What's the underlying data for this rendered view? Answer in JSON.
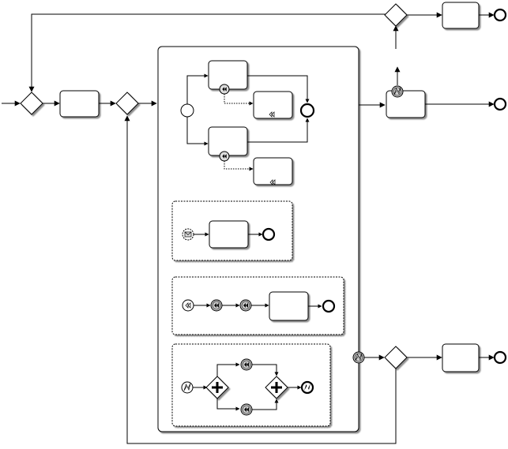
{
  "diagram": {
    "type": "bpmn-process",
    "labels": [],
    "colors": {
      "stroke": "#000000",
      "fill": "#ffffff",
      "event_fill": "#d8d8d8",
      "marker_fill": "#9e9e9e"
    },
    "elements": [
      {
        "kind": "start-event-incoming",
        "icon": "incoming-arrow"
      },
      {
        "kind": "gateway",
        "marker": "none"
      },
      {
        "kind": "task"
      },
      {
        "kind": "gateway",
        "marker": "none"
      },
      {
        "kind": "subprocess",
        "contains": [
          "inner-flow",
          "event-subprocess-message",
          "event-subprocess-compensation",
          "event-subprocess-error-parallel"
        ]
      },
      {
        "kind": "boundary-event",
        "icon": "error-icon"
      },
      {
        "kind": "task"
      },
      {
        "kind": "end-event"
      },
      {
        "kind": "gateway",
        "marker": "none"
      },
      {
        "kind": "task"
      },
      {
        "kind": "end-event"
      },
      {
        "kind": "boundary-event",
        "icon": "error-icon"
      },
      {
        "kind": "gateway",
        "marker": "none"
      },
      {
        "kind": "task"
      },
      {
        "kind": "end-event"
      }
    ]
  }
}
